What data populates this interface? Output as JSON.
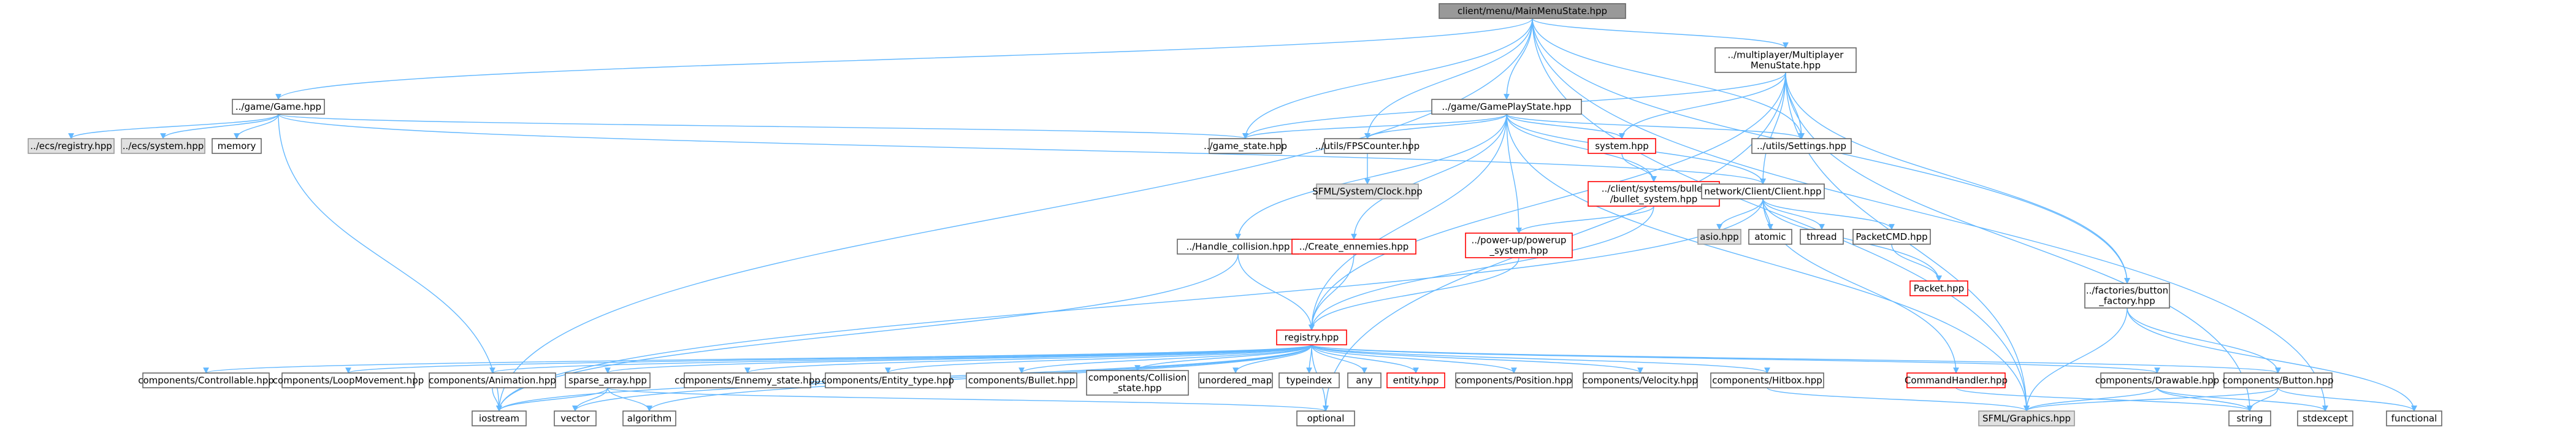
{
  "colors": {
    "edge": "#63b8ff",
    "node_normal_fill": "#ffffff",
    "node_normal_stroke": "#666666",
    "node_root_fill": "#999999",
    "node_root_stroke": "#666666",
    "node_external_fill": "#e0e0e0",
    "node_external_stroke": "#999999",
    "node_truncated_stroke": "#ff0000"
  },
  "nodes": [
    {
      "id": "main",
      "style": "root",
      "label": [
        "client/menu/MainMenuState.hpp"
      ]
    },
    {
      "id": "mp",
      "style": "normal",
      "label": [
        "../multiplayer/Multiplayer",
        "MenuState.hpp"
      ]
    },
    {
      "id": "game",
      "style": "normal",
      "label": [
        "../game/Game.hpp"
      ]
    },
    {
      "id": "gameplay",
      "style": "normal",
      "label": [
        "../game/GamePlayState.hpp"
      ]
    },
    {
      "id": "ecsreg",
      "style": "external",
      "label": [
        "../ecs/registry.hpp"
      ]
    },
    {
      "id": "ecssys",
      "style": "external",
      "label": [
        "../ecs/system.hpp"
      ]
    },
    {
      "id": "memory",
      "style": "normal",
      "label": [
        "memory"
      ]
    },
    {
      "id": "gamestate",
      "style": "normal",
      "label": [
        "../game_state.hpp"
      ]
    },
    {
      "id": "fps",
      "style": "normal",
      "label": [
        "../utils/FPSCounter.hpp"
      ]
    },
    {
      "id": "systemhpp",
      "style": "truncated",
      "label": [
        "system.hpp"
      ]
    },
    {
      "id": "settings",
      "style": "normal",
      "label": [
        "../utils/Settings.hpp"
      ]
    },
    {
      "id": "sfclock",
      "style": "external",
      "label": [
        "SFML/System/Clock.hpp"
      ]
    },
    {
      "id": "bullet",
      "style": "truncated",
      "label": [
        "../client/systems/bullet",
        "/bullet_system.hpp"
      ]
    },
    {
      "id": "netclient",
      "style": "normal",
      "label": [
        "network/Client/Client.hpp"
      ]
    },
    {
      "id": "asio",
      "style": "external",
      "label": [
        "asio.hpp"
      ]
    },
    {
      "id": "atomic",
      "style": "normal",
      "label": [
        "atomic"
      ]
    },
    {
      "id": "thread",
      "style": "normal",
      "label": [
        "thread"
      ]
    },
    {
      "id": "packetcmd",
      "style": "normal",
      "label": [
        "PacketCMD.hpp"
      ]
    },
    {
      "id": "packet",
      "style": "truncated",
      "label": [
        "Packet.hpp"
      ]
    },
    {
      "id": "powerup",
      "style": "truncated",
      "label": [
        "../power-up/powerup",
        "_system.hpp"
      ]
    },
    {
      "id": "handlecol",
      "style": "normal",
      "label": [
        "../Handle_collision.hpp"
      ]
    },
    {
      "id": "createen",
      "style": "truncated",
      "label": [
        "../Create_ennemies.hpp"
      ]
    },
    {
      "id": "factories",
      "style": "normal",
      "label": [
        "../factories/button",
        "_factory.hpp"
      ]
    },
    {
      "id": "registry",
      "style": "truncated",
      "label": [
        "registry.hpp"
      ]
    },
    {
      "id": "cControllable",
      "style": "normal",
      "label": [
        "components/Controllable.hpp"
      ]
    },
    {
      "id": "cLoop",
      "style": "normal",
      "label": [
        "components/LoopMovement.hpp"
      ]
    },
    {
      "id": "cAnim",
      "style": "normal",
      "label": [
        "components/Animation.hpp"
      ]
    },
    {
      "id": "sparse",
      "style": "normal",
      "label": [
        "sparse_array.hpp"
      ]
    },
    {
      "id": "cEnnemy",
      "style": "normal",
      "label": [
        "components/Ennemy_state.hpp"
      ]
    },
    {
      "id": "cEntityType",
      "style": "normal",
      "label": [
        "components/Entity_type.hpp"
      ]
    },
    {
      "id": "cBullet",
      "style": "normal",
      "label": [
        "components/Bullet.hpp"
      ]
    },
    {
      "id": "cCollision",
      "style": "normal",
      "label": [
        "components/Collision",
        "_state.hpp"
      ]
    },
    {
      "id": "unordered",
      "style": "normal",
      "label": [
        "unordered_map"
      ]
    },
    {
      "id": "typeindex",
      "style": "normal",
      "label": [
        "typeindex"
      ]
    },
    {
      "id": "any",
      "style": "normal",
      "label": [
        "any"
      ]
    },
    {
      "id": "entity",
      "style": "truncated",
      "label": [
        "entity.hpp"
      ]
    },
    {
      "id": "cPosition",
      "style": "normal",
      "label": [
        "components/Position.hpp"
      ]
    },
    {
      "id": "cVelocity",
      "style": "normal",
      "label": [
        "components/Velocity.hpp"
      ]
    },
    {
      "id": "cHitbox",
      "style": "normal",
      "label": [
        "components/Hitbox.hpp"
      ]
    },
    {
      "id": "cmdhandler",
      "style": "truncated",
      "label": [
        "CommandHandler.hpp"
      ]
    },
    {
      "id": "cDrawable",
      "style": "normal",
      "label": [
        "components/Drawable.hpp"
      ]
    },
    {
      "id": "cButton",
      "style": "normal",
      "label": [
        "components/Button.hpp"
      ]
    },
    {
      "id": "iostream",
      "style": "normal",
      "label": [
        "iostream"
      ]
    },
    {
      "id": "vector",
      "style": "normal",
      "label": [
        "vector"
      ]
    },
    {
      "id": "algorithm",
      "style": "normal",
      "label": [
        "algorithm"
      ]
    },
    {
      "id": "optional",
      "style": "normal",
      "label": [
        "optional"
      ]
    },
    {
      "id": "sfgraphics",
      "style": "external",
      "label": [
        "SFML/Graphics.hpp"
      ]
    },
    {
      "id": "string",
      "style": "normal",
      "label": [
        "string"
      ]
    },
    {
      "id": "stdexcept",
      "style": "normal",
      "label": [
        "stdexcept"
      ]
    },
    {
      "id": "functional",
      "style": "normal",
      "label": [
        "functional"
      ]
    }
  ],
  "edges": [
    [
      "main",
      "mp"
    ],
    [
      "main",
      "game"
    ],
    [
      "main",
      "gameplay"
    ],
    [
      "main",
      "gamestate"
    ],
    [
      "main",
      "fps"
    ],
    [
      "main",
      "settings"
    ],
    [
      "main",
      "factories"
    ],
    [
      "main",
      "iostream"
    ],
    [
      "main",
      "sfgraphics"
    ],
    [
      "main",
      "stdexcept"
    ],
    [
      "mp",
      "gamestate"
    ],
    [
      "mp",
      "systemhpp"
    ],
    [
      "mp",
      "settings"
    ],
    [
      "mp",
      "netclient"
    ],
    [
      "mp",
      "registry"
    ],
    [
      "mp",
      "factories"
    ],
    [
      "mp",
      "optional"
    ],
    [
      "mp",
      "sfgraphics"
    ],
    [
      "mp",
      "string"
    ],
    [
      "game",
      "ecsreg"
    ],
    [
      "game",
      "ecssys"
    ],
    [
      "game",
      "memory"
    ],
    [
      "game",
      "gamestate"
    ],
    [
      "game",
      "netclient"
    ],
    [
      "game",
      "iostream"
    ],
    [
      "gameplay",
      "gamestate"
    ],
    [
      "gameplay",
      "fps"
    ],
    [
      "gameplay",
      "systemhpp"
    ],
    [
      "gameplay",
      "settings"
    ],
    [
      "gameplay",
      "bullet"
    ],
    [
      "gameplay",
      "netclient"
    ],
    [
      "gameplay",
      "powerup"
    ],
    [
      "gameplay",
      "handlecol"
    ],
    [
      "gameplay",
      "createen"
    ],
    [
      "gameplay",
      "registry"
    ],
    [
      "gameplay",
      "sfgraphics"
    ],
    [
      "fps",
      "sfclock"
    ],
    [
      "systemhpp",
      "bullet"
    ],
    [
      "bullet",
      "powerup"
    ],
    [
      "bullet",
      "registry"
    ],
    [
      "netclient",
      "asio"
    ],
    [
      "netclient",
      "atomic"
    ],
    [
      "netclient",
      "thread"
    ],
    [
      "netclient",
      "packetcmd"
    ],
    [
      "netclient",
      "packet"
    ],
    [
      "netclient",
      "cmdhandler"
    ],
    [
      "netclient",
      "iostream"
    ],
    [
      "packetcmd",
      "packet"
    ],
    [
      "powerup",
      "registry"
    ],
    [
      "handlecol",
      "registry"
    ],
    [
      "handlecol",
      "iostream"
    ],
    [
      "createen",
      "registry"
    ],
    [
      "factories",
      "cButton"
    ],
    [
      "factories",
      "sfgraphics"
    ],
    [
      "factories",
      "functional"
    ],
    [
      "registry",
      "cControllable"
    ],
    [
      "registry",
      "cLoop"
    ],
    [
      "registry",
      "cAnim"
    ],
    [
      "registry",
      "sparse"
    ],
    [
      "registry",
      "cEnnemy"
    ],
    [
      "registry",
      "cEntityType"
    ],
    [
      "registry",
      "cBullet"
    ],
    [
      "registry",
      "cCollision"
    ],
    [
      "registry",
      "unordered"
    ],
    [
      "registry",
      "typeindex"
    ],
    [
      "registry",
      "any"
    ],
    [
      "registry",
      "entity"
    ],
    [
      "registry",
      "cPosition"
    ],
    [
      "registry",
      "cVelocity"
    ],
    [
      "registry",
      "cHitbox"
    ],
    [
      "registry",
      "cDrawable"
    ],
    [
      "registry",
      "cButton"
    ],
    [
      "registry",
      "iostream"
    ],
    [
      "registry",
      "vector"
    ],
    [
      "registry",
      "algorithm"
    ],
    [
      "registry",
      "optional"
    ],
    [
      "cAnim",
      "iostream"
    ],
    [
      "sparse",
      "iostream"
    ],
    [
      "sparse",
      "vector"
    ],
    [
      "sparse",
      "algorithm"
    ],
    [
      "sparse",
      "optional"
    ],
    [
      "cHitbox",
      "sfgraphics"
    ],
    [
      "cmdhandler",
      "string"
    ],
    [
      "cDrawable",
      "sfgraphics"
    ],
    [
      "cDrawable",
      "string"
    ],
    [
      "cDrawable",
      "stdexcept"
    ],
    [
      "cButton",
      "sfgraphics"
    ],
    [
      "cButton",
      "string"
    ],
    [
      "cButton",
      "functional"
    ]
  ]
}
